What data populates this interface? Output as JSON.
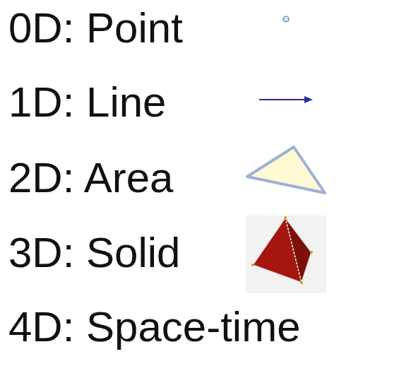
{
  "diagram": {
    "labels": [
      "0D: Point",
      "1D: Line",
      "2D: Area",
      "3D: Solid",
      "4D: Space-time"
    ]
  }
}
